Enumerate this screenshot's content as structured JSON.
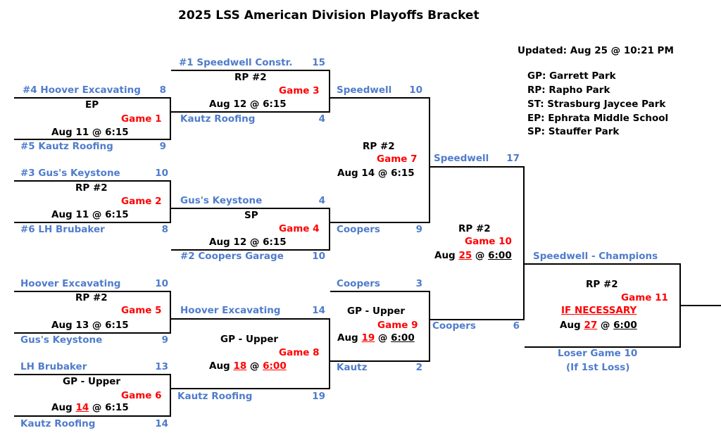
{
  "title": "2025 LSS American Division Playoffs Bracket",
  "updated": "Updated: Aug 25 @ 10:21 PM",
  "legend": [
    "GP: Garrett Park",
    "RP: Rapho Park",
    "ST: Strasburg Jaycee Park",
    "EP: Ephrata Middle School",
    "SP: Stauffer Park"
  ],
  "games": {
    "g1": {
      "label": "Game 1",
      "venue": "EP",
      "date": "Aug 11 @ 6:15",
      "top": {
        "team": "#4 Hoover Excavating",
        "score": "8"
      },
      "bottom": {
        "team": "#5 Kautz Roofing",
        "score": "9"
      }
    },
    "g2": {
      "label": "Game 2",
      "venue": "RP #2",
      "date": "Aug 11 @ 6:15",
      "top": {
        "team": "#3 Gus's Keystone",
        "score": "10"
      },
      "bottom": {
        "team": "#6 LH Brubaker",
        "score": "8"
      }
    },
    "g3": {
      "label": "Game 3",
      "venue": "RP #2",
      "date": "Aug 12 @ 6:15",
      "top": {
        "team": "#1 Speedwell Constr.",
        "score": "15"
      },
      "bottom": {
        "team": "Kautz Roofing",
        "score": "4"
      }
    },
    "g4": {
      "label": "Game 4",
      "venue": "SP",
      "date": "Aug 12 @ 6:15",
      "top": {
        "team": "Gus's Keystone",
        "score": "4"
      },
      "bottom": {
        "team": "#2 Coopers Garage",
        "score": "10"
      }
    },
    "g5": {
      "label": "Game 5",
      "venue": "RP #2",
      "date": "Aug 13 @ 6:15",
      "top": {
        "team": "Hoover Excavating",
        "score": "10"
      },
      "bottom": {
        "team": "Gus's Keystone",
        "score": "9"
      }
    },
    "g6": {
      "label": "Game 6",
      "venue": "GP - Upper",
      "date_prefix": "Aug ",
      "date_day": "14",
      "date_suffix": " @ 6:15",
      "top": {
        "team": "LH Brubaker",
        "score": "13"
      },
      "bottom": {
        "team": "Kautz Roofing",
        "score": "14"
      }
    },
    "g7": {
      "label": "Game 7",
      "venue": "RP #2",
      "date": "Aug 14 @ 6:15",
      "top": {
        "team": "Speedwell",
        "score": "10"
      },
      "bottom": {
        "team": "Coopers",
        "score": "9"
      }
    },
    "g8": {
      "label": "Game 8",
      "venue": "GP - Upper",
      "date_prefix": "Aug ",
      "date_day": "18",
      "date_mid": " @ ",
      "date_time": "6:00",
      "top": {
        "team": "Hoover Excavating",
        "score": "14"
      },
      "bottom": {
        "team": "Kautz Roofing",
        "score": "19"
      }
    },
    "g9": {
      "label": "Game 9",
      "venue": "GP - Upper",
      "date_prefix": "Aug ",
      "date_day": "19",
      "date_mid": " @ ",
      "date_time": "6:00",
      "top": {
        "team": "Coopers",
        "score": "3"
      },
      "bottom": {
        "team": "Kautz",
        "score": "2"
      }
    },
    "g10": {
      "label": "Game 10",
      "venue": "RP #2",
      "date_prefix": "Aug ",
      "date_day": "25",
      "date_mid": " @ ",
      "date_time": "6:00",
      "top": {
        "team": "Speedwell",
        "score": "17"
      },
      "bottom": {
        "team": "Coopers",
        "score": "6"
      }
    },
    "g11": {
      "label": "Game 11",
      "venue": "RP #2",
      "note": "IF NECESSARY",
      "date_prefix": "Aug ",
      "date_day": "27",
      "date_mid": " @ ",
      "date_time": "6:00",
      "top": {
        "team": "Speedwell - Champions"
      },
      "bottom_line1": "Loser Game 10",
      "bottom_line2": "(If 1st Loss)"
    }
  }
}
